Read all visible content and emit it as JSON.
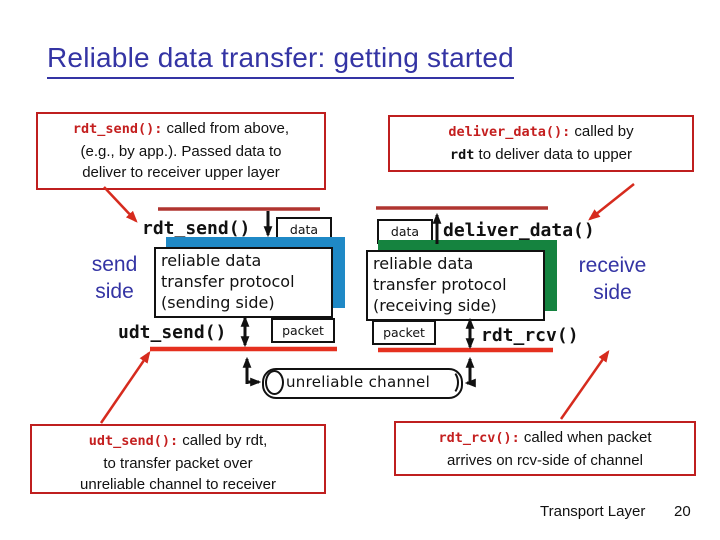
{
  "slide": {
    "title": "Reliable data transfer: getting started",
    "footer": {
      "label": "Transport Layer",
      "page": "20"
    }
  },
  "callouts": {
    "rdt_send": {
      "code": "rdt_send():",
      "line1": " called from above,",
      "line2": "(e.g., by app.). Passed data to",
      "line3": "deliver to receiver upper layer"
    },
    "deliver_data": {
      "code": "deliver_data():",
      "line1": " called by",
      "line2_code": "rdt",
      "line2": " to deliver data to upper"
    },
    "udt_send": {
      "code": "udt_send():",
      "line1": " called by rdt,",
      "line2": "to transfer packet over",
      "line3": "unreliable channel to receiver"
    },
    "rdt_rcv": {
      "code": "rdt_rcv():",
      "line1": " called when packet",
      "line2": "arrives on rcv-side of channel"
    }
  },
  "diagram": {
    "rdt_send": "rdt_send()",
    "deliver_data": "deliver_data()",
    "udt_send": "udt_send()",
    "rdt_rcv": "rdt_rcv()",
    "data_left": "data",
    "data_right": "data",
    "packet_left": "packet",
    "packet_right": "packet",
    "sender_box": {
      "line1": "reliable data",
      "line2": "transfer protocol",
      "line3": "(sending side)"
    },
    "receiver_box": {
      "line1": "reliable data",
      "line2": "transfer protocol",
      "line3": "(receiving side)"
    },
    "send_label_1": "send",
    "send_label_2": "side",
    "receive_label_1": "receive",
    "receive_label_2": "side",
    "channel": "unreliable channel"
  },
  "colors": {
    "title_blue": "#3434a4",
    "callout_red": "#bf1f1f",
    "code_red": "#c41f1f",
    "bright_red_line": "#e5301f",
    "dark_red_line": "#b03530",
    "arrow_red": "#d62b1e",
    "sender_shadow_blue": "#1f89c6",
    "receiver_shadow_green": "#15833f",
    "ink_black": "#111111"
  }
}
